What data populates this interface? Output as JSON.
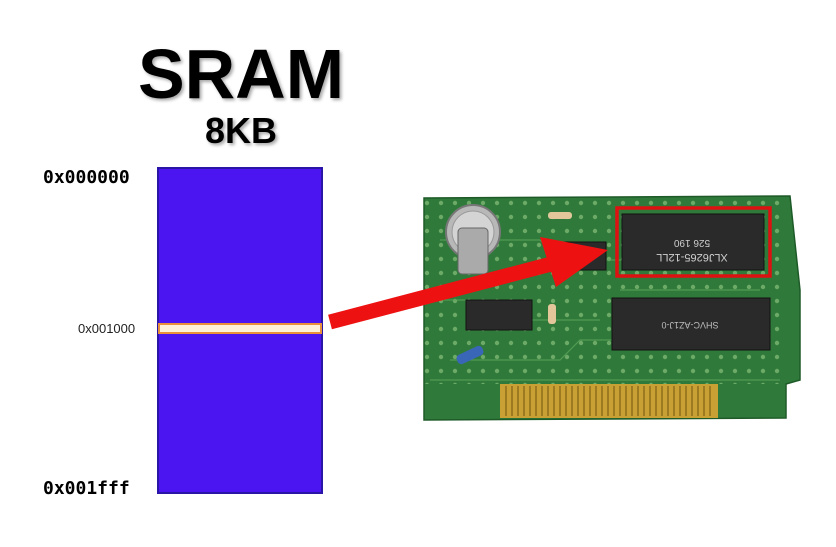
{
  "title": "SRAM",
  "subtitle": "8KB",
  "memory_map": {
    "start_address": "0x000000",
    "marker_address": "0x001000",
    "end_address": "0x001fff",
    "block_color": "#4a15f0",
    "marker_color": "#fdf1d8",
    "marker_border_color": "#e8903a"
  },
  "arrow_color": "#ee1111",
  "highlight_color": "#dd1111",
  "cartridge": {
    "board_color": "#2f7a3a",
    "contact_color": "#c9a033",
    "chip_labels": [
      "526 190",
      "XLJ6265-12LL"
    ]
  }
}
